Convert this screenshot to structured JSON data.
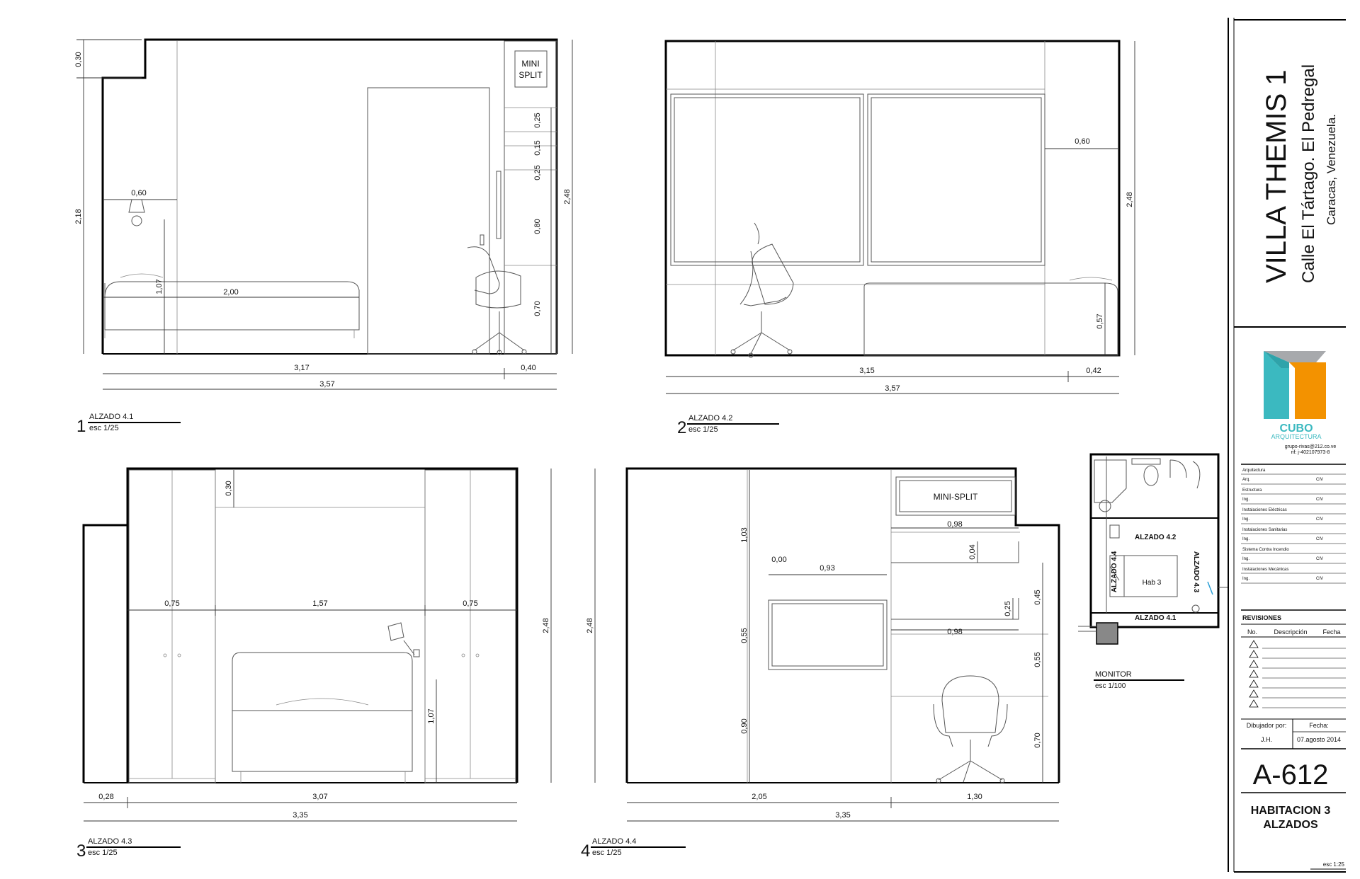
{
  "elev1": {
    "num": "1",
    "title": "ALZADO 4.1",
    "scale": "esc 1/25",
    "mini_split": [
      "MINI",
      "SPLIT"
    ],
    "d_030": "0,30",
    "d_218": "2,18",
    "d_248": "2,48",
    "d_060": "0,60",
    "d_107": "1,07",
    "d_200": "2,00",
    "d_025a": "0,25",
    "d_015": "0,15",
    "d_025b": "0,25",
    "d_080": "0,80",
    "d_070": "0,70",
    "d_317": "3,17",
    "d_040": "0,40",
    "d_357": "3,57"
  },
  "elev2": {
    "num": "2",
    "title": "ALZADO 4.2",
    "scale": "esc 1/25",
    "d_060": "0,60",
    "d_248": "2,48",
    "d_057": "0,57",
    "d_315": "3,15",
    "d_042": "0,42",
    "d_357": "3,57"
  },
  "elev3": {
    "num": "3",
    "title": "ALZADO 4.3",
    "scale": "esc 1/25",
    "d_030": "0,30",
    "d_075a": "0,75",
    "d_157": "1,57",
    "d_075b": "0,75",
    "d_248": "2,48",
    "d_107": "1,07",
    "d_028": "0,28",
    "d_307": "3,07",
    "d_335": "3,35"
  },
  "elev4": {
    "num": "4",
    "title": "ALZADO 4.4",
    "scale": "esc 1/25",
    "mini_split": "MINI-SPLIT",
    "d_098a": "0,98",
    "d_004": "0,04",
    "d_103": "1,03",
    "d_000": "0,00",
    "d_093": "0,93",
    "d_045": "0,45",
    "d_025": "0,25",
    "d_098b": "0,98",
    "d_055a": "0,55",
    "d_055b": "0,55",
    "d_090": "0,90",
    "d_070": "0,70",
    "d_248": "2,48",
    "d_205": "2,05",
    "d_130": "1,30",
    "d_335": "3,35"
  },
  "plan": {
    "labels": [
      "ALZADO 4.2",
      "ALZADO 4.4",
      "Hab 3",
      "ALZADO 4.3",
      "ALZADO 4.1"
    ],
    "title": "MONITOR",
    "scale": "esc 1/100"
  },
  "title_block": {
    "project": "VILLA THEMIS 1",
    "address": "Calle El Tártago. El Pedregal",
    "city": "Caracas, Venezuela.",
    "logo_text": "CUBO",
    "logo_sub": "ARQUITECTURA",
    "contact_1": "grupo-rivas@212.co.ve",
    "contact_2": "rif: j-402107973-8",
    "disciplines": [
      "Arquitectura",
      "Estructura",
      "Instalaciones Eléctricas",
      "Instalaciones Sanitarias",
      "Sistema Contra Incendio",
      "Instalaciones Mecánicas"
    ],
    "role_label": "Ing.",
    "civ_label": "CIV",
    "arq_label": "Arq.",
    "revisiones": "REVISIONES",
    "col_no": "No.",
    "col_desc": "Descripción",
    "col_fecha": "Fecha",
    "drawn_by_label": "Dibujador por:",
    "date_label": "Fecha:",
    "drawn_by": "J.H.",
    "date": "07.agosto 2014",
    "sheet_no": "A-612",
    "sheet_title_1": "HABITACION 3",
    "sheet_title_2": "ALZADOS",
    "scale": "esc 1:25"
  },
  "colors": {
    "logo_teal": "#3bb9c0",
    "logo_orange": "#f39200",
    "logo_grey": "#a7a9ac"
  }
}
